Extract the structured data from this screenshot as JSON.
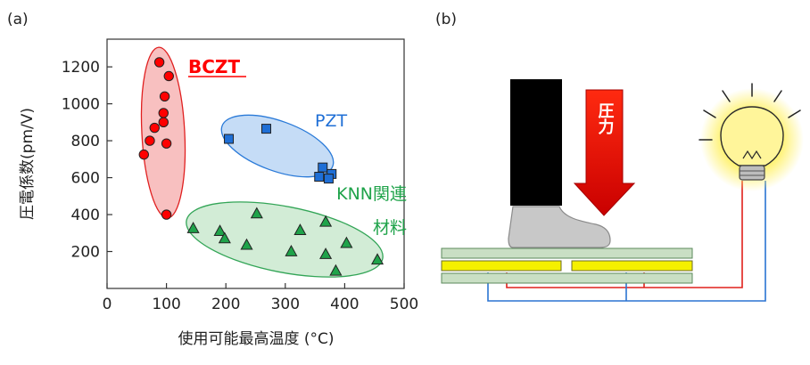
{
  "panels": {
    "a_label": "(a)",
    "b_label": "(b)"
  },
  "chart_data": {
    "type": "scatter",
    "xlabel": "使用可能最高温度 (°C)",
    "ylabel": "圧電係数(pm/V)",
    "xlim": [
      0,
      500
    ],
    "ylim": [
      0,
      1350
    ],
    "xticks": [
      0,
      100,
      200,
      300,
      400,
      500
    ],
    "yticks": [
      200,
      400,
      600,
      800,
      1000,
      1200
    ],
    "grid": false,
    "series": [
      {
        "name": "BCZT",
        "label_style": "bold-underline",
        "marker": "circle",
        "color": "#ff0000",
        "region_fill": "#f8c0c0",
        "region_stroke": "#e02020",
        "points": [
          {
            "x": 88,
            "y": 1225
          },
          {
            "x": 104,
            "y": 1150
          },
          {
            "x": 97,
            "y": 1040
          },
          {
            "x": 95,
            "y": 950
          },
          {
            "x": 95,
            "y": 900
          },
          {
            "x": 80,
            "y": 870
          },
          {
            "x": 72,
            "y": 800
          },
          {
            "x": 100,
            "y": 785
          },
          {
            "x": 62,
            "y": 725
          },
          {
            "x": 100,
            "y": 400
          }
        ]
      },
      {
        "name": "PZT",
        "label_style": "normal",
        "marker": "square",
        "color": "#1f6fd6",
        "region_fill": "#c5dcf6",
        "region_stroke": "#2a7ad8",
        "points": [
          {
            "x": 205,
            "y": 810
          },
          {
            "x": 268,
            "y": 865
          },
          {
            "x": 363,
            "y": 655
          },
          {
            "x": 378,
            "y": 620
          },
          {
            "x": 357,
            "y": 605
          },
          {
            "x": 373,
            "y": 595
          }
        ]
      },
      {
        "name": "KNN関連材料",
        "name_lines": [
          "KNN関連",
          "材料"
        ],
        "label_style": "normal",
        "marker": "triangle",
        "color": "#1fa34a",
        "region_fill": "#d2ecd6",
        "region_stroke": "#33a557",
        "points": [
          {
            "x": 145,
            "y": 325
          },
          {
            "x": 190,
            "y": 310
          },
          {
            "x": 198,
            "y": 270
          },
          {
            "x": 235,
            "y": 235
          },
          {
            "x": 252,
            "y": 405
          },
          {
            "x": 310,
            "y": 200
          },
          {
            "x": 325,
            "y": 315
          },
          {
            "x": 368,
            "y": 360
          },
          {
            "x": 368,
            "y": 185
          },
          {
            "x": 385,
            "y": 95
          },
          {
            "x": 403,
            "y": 245
          },
          {
            "x": 455,
            "y": 155
          }
        ]
      }
    ]
  },
  "diagram": {
    "pressure_label": "圧力"
  }
}
